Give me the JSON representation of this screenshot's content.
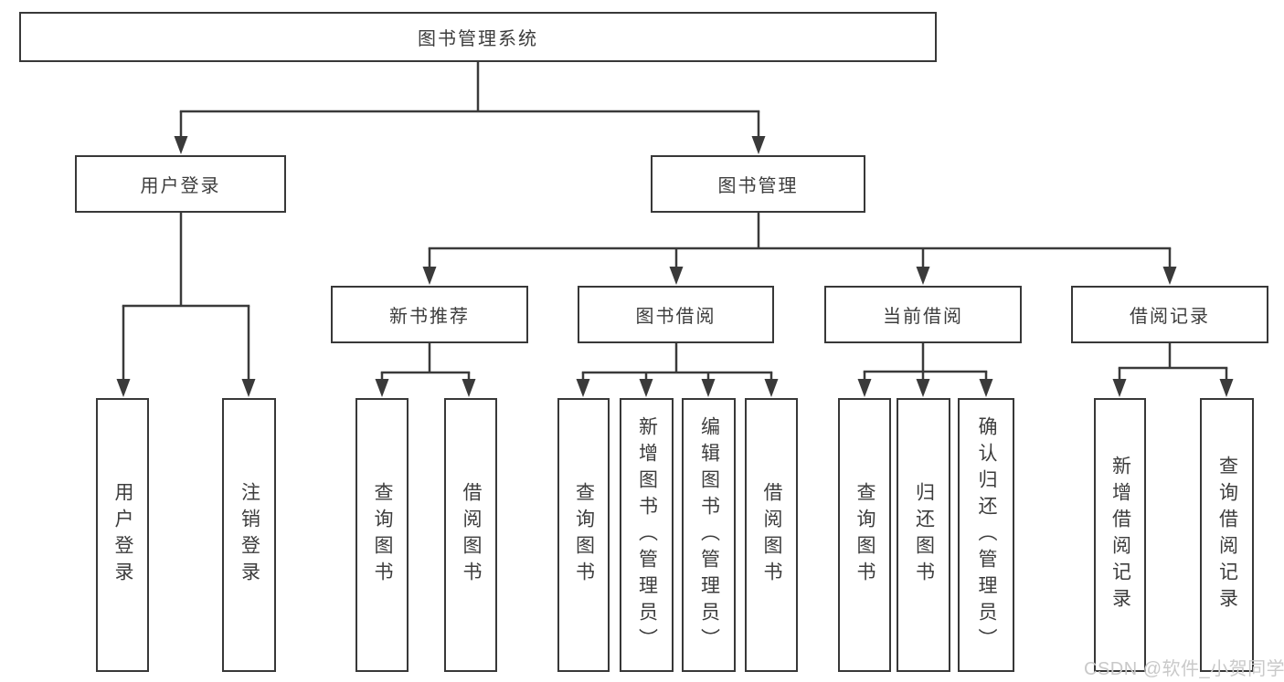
{
  "diagram": {
    "root": "图书管理系统",
    "branches": [
      {
        "label": "用户登录",
        "children": [
          "用户登录",
          "注销登录"
        ]
      },
      {
        "label": "图书管理",
        "children": [
          {
            "label": "新书推荐",
            "children": [
              "查询图书",
              "借阅图书"
            ]
          },
          {
            "label": "图书借阅",
            "children": [
              "查询图书",
              "新增图书（管理员）",
              "编辑图书（管理员）",
              "借阅图书"
            ]
          },
          {
            "label": "当前借阅",
            "children": [
              "查询图书",
              "归还图书",
              "确认归还（管理员）"
            ]
          },
          {
            "label": "借阅记录",
            "children": [
              "新增借阅记录",
              "查询借阅记录"
            ]
          }
        ]
      }
    ]
  },
  "watermark": "CSDN @软件_小贺同学",
  "colors": {
    "line": "#3a3a3a",
    "text": "#3d3d3d",
    "background": "#ffffff",
    "watermark": "#c9c9c9"
  }
}
